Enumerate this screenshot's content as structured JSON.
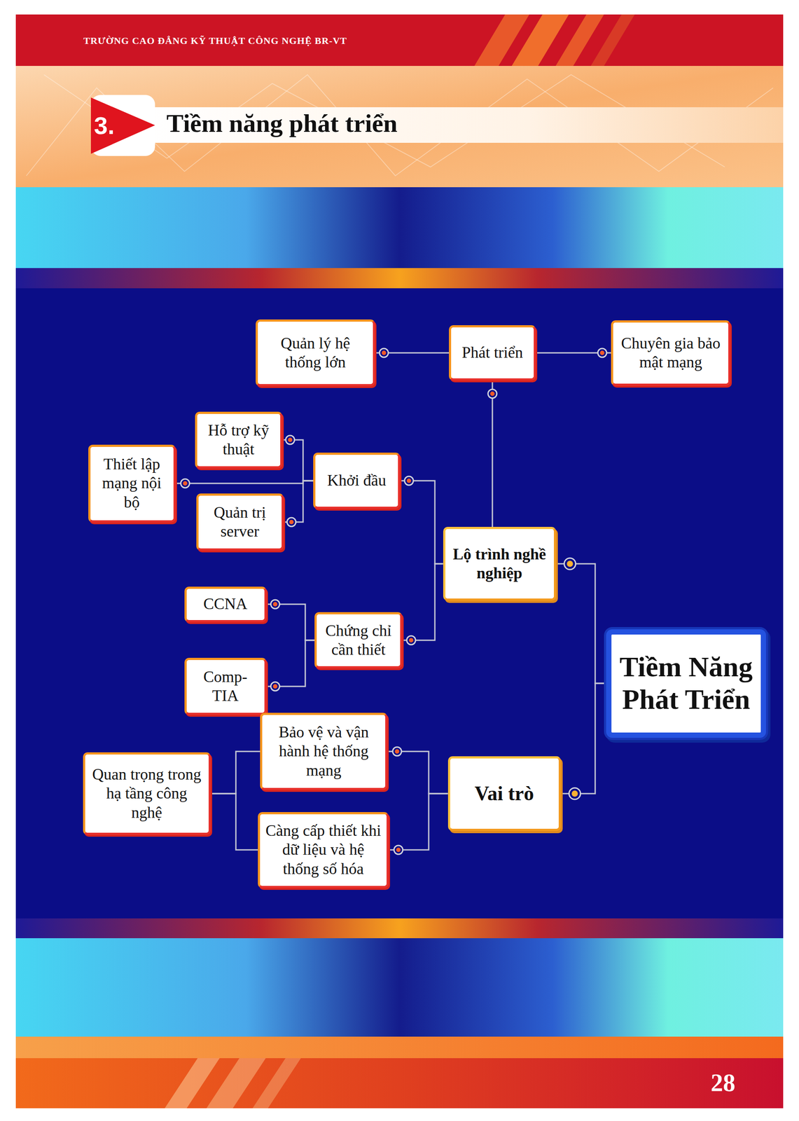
{
  "diagram": {
    "title": "Tiềm năng phát triển",
    "nodes": [
      {
        "text": [
          "Tiềm Năng Phát Triển"
        ]
      },
      {
        "text": [
          "Lộ trình nghề nghiệp"
        ]
      },
      {
        "text": [
          "Vai trò"
        ]
      },
      {
        "text": [
          "Phát triển"
        ]
      },
      {
        "text": [
          "Quản lý hệ thống lớn"
        ]
      },
      {
        "text": [
          "Chuyên gia bảo mật mạng"
        ]
      },
      {
        "text": [
          "Khởi đầu"
        ]
      },
      {
        "text": [
          "Hỗ trợ kỹ thuật"
        ]
      },
      {
        "text": [
          "Thiết lập mạng nội bộ"
        ]
      },
      {
        "text": [
          "Quản trị server"
        ]
      },
      {
        "text": [
          "Chứng chỉ cần thiết"
        ]
      },
      {
        "text": [
          "CCNA"
        ]
      },
      {
        "text": [
          "Comp- TIA"
        ]
      },
      {
        "text": [
          "Bảo vệ và vận hành hệ thống mạng"
        ]
      },
      {
        "text": [
          "Càng cấp thiết khi dữ liệu và hệ thống số hóa"
        ]
      },
      {
        "text": [
          "Quan trọng trong hạ tầng công nghệ"
        ]
      }
    ],
    "edges": [
      {
        "from": 0,
        "to": 1,
        "arrow": "none"
      },
      {
        "from": 0,
        "to": 2,
        "arrow": "none"
      },
      {
        "from": 1,
        "to": 3,
        "arrow": "none"
      },
      {
        "from": 3,
        "to": 4,
        "arrow": "none"
      },
      {
        "from": 3,
        "to": 5,
        "arrow": "none"
      },
      {
        "from": 1,
        "to": 6,
        "arrow": "none"
      },
      {
        "from": 1,
        "to": 10,
        "arrow": "none"
      },
      {
        "from": 6,
        "to": 7,
        "arrow": "none"
      },
      {
        "from": 6,
        "to": 8,
        "arrow": "none"
      },
      {
        "from": 6,
        "to": 9,
        "arrow": "none"
      },
      {
        "from": 10,
        "to": 11,
        "arrow": "none"
      },
      {
        "from": 10,
        "to": 12,
        "arrow": "none"
      },
      {
        "from": 2,
        "to": 13,
        "arrow": "none"
      },
      {
        "from": 2,
        "to": 14,
        "arrow": "none"
      },
      {
        "from": 15,
        "to": 13,
        "arrow": "none"
      },
      {
        "from": 15,
        "to": 14,
        "arrow": "none"
      }
    ],
    "labels": [
      "TRƯỜNG CAO ĐẲNG KỸ THUẬT CÔNG NGHỆ BR-VT",
      "3.",
      "28"
    ]
  }
}
